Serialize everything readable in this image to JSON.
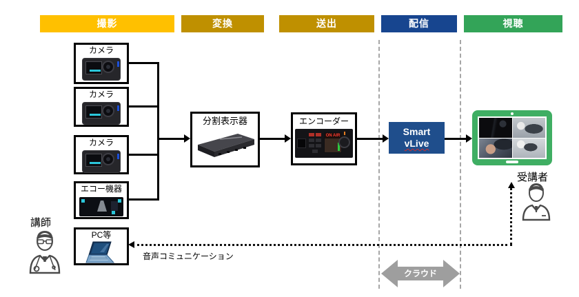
{
  "stages": [
    {
      "label": "撮影",
      "color": "#FFC000"
    },
    {
      "label": "変換",
      "color": "#BF9000"
    },
    {
      "label": "送出",
      "color": "#BF9000"
    },
    {
      "label": "配信",
      "color": "#17458F"
    },
    {
      "label": "視聴",
      "color": "#33A458"
    }
  ],
  "sources": {
    "camera1": "カメラ",
    "camera2": "カメラ",
    "camera3": "カメラ",
    "echo": "エコー機器",
    "pc": "PC等"
  },
  "devices": {
    "splitter": "分割表示器",
    "encoder": "エンコーダー",
    "encoder_onair": "ON AIR"
  },
  "service": {
    "name_line1": "Smart",
    "name_line2": "vLive",
    "color": "#1F4E8C"
  },
  "people": {
    "instructor": "講師",
    "attendee": "受講者"
  },
  "annotations": {
    "audio": "音声コミュニケーション",
    "cloud": "クラウド"
  },
  "viewer_device": {
    "frame_color": "#3FAE63"
  }
}
